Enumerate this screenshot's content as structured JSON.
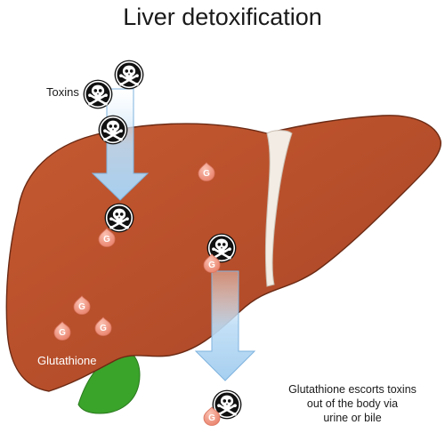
{
  "title": "Liver detoxification",
  "labels": {
    "toxins": "Toxins",
    "glutathione": "Glutathione",
    "escort_line1": "Glutathione escorts toxins",
    "escort_line2": "out of the body via",
    "escort_line3": "urine or bile"
  },
  "glutathione_letter": "G",
  "colors": {
    "liver": "#b8502c",
    "liver_outline": "#6b2a14",
    "gallbladder": "#3aa32a",
    "ligament": "#f2ece4",
    "arrow": "#bcdcf5",
    "arrow_outline": "#7fb3de",
    "glutathione": "#f39b86",
    "toxin_badge": "#111111"
  },
  "icons": [
    "skull-crossbones-icon",
    "glutathione-molecule-icon",
    "down-arrow-icon"
  ]
}
